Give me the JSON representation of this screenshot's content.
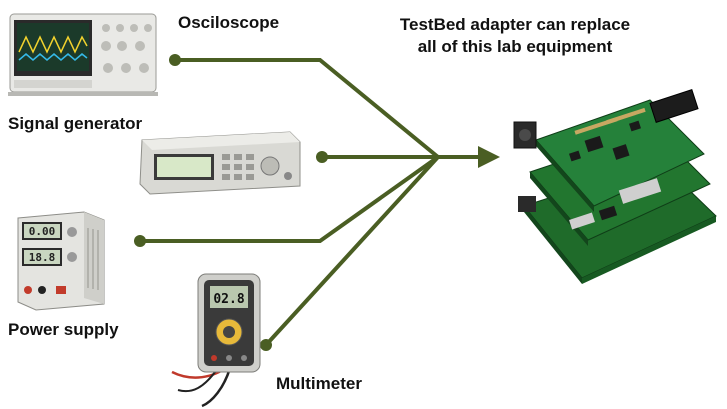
{
  "headline": {
    "line1": "TestBed adapter can replace",
    "line2": "all of this lab equipment"
  },
  "equipment": [
    {
      "id": "oscilloscope",
      "label": "Osciloscope"
    },
    {
      "id": "signal-generator",
      "label": "Signal generator"
    },
    {
      "id": "power-supply",
      "label": "Power supply"
    },
    {
      "id": "multimeter",
      "label": "Multimeter"
    }
  ],
  "devices": {
    "psu_display_top": "0.00",
    "psu_display_bottom": "18.8",
    "multimeter_display": "02.8"
  },
  "colors": {
    "connector": "#4a5e23",
    "pcb": "#1f6b2a"
  }
}
